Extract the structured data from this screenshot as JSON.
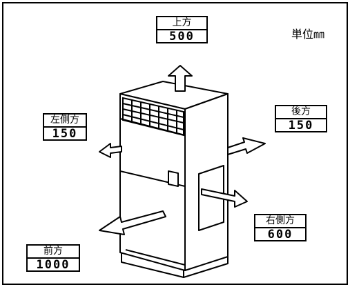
{
  "unit_label": "単位㎜",
  "clearances": {
    "top": {
      "label": "上方",
      "value": "500"
    },
    "left": {
      "label": "左側方",
      "value": "150"
    },
    "rear": {
      "label": "後方",
      "value": "150"
    },
    "right": {
      "label": "右側方",
      "value": "600"
    },
    "front": {
      "label": "前方",
      "value": "1000"
    }
  }
}
